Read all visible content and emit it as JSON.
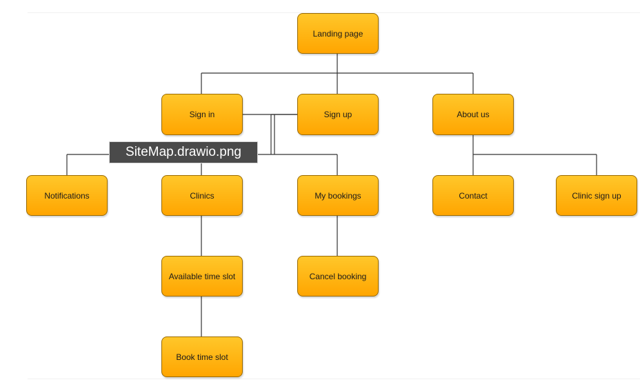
{
  "diagram": {
    "nodes": {
      "landing": "Landing page",
      "signin": "Sign in",
      "signup": "Sign up",
      "about": "About us",
      "notifications": "Notifications",
      "clinics": "Clinics",
      "mybookings": "My bookings",
      "contact": "Contact",
      "clinic_signup": "Clinic sign up",
      "available_slot": "Available time slot",
      "cancel_booking": "Cancel booking",
      "book_slot": "Book time slot"
    },
    "node_color": "#FFB300",
    "edges": [
      [
        "landing",
        "signin"
      ],
      [
        "landing",
        "signup"
      ],
      [
        "landing",
        "about"
      ],
      [
        "signin",
        "signup"
      ],
      [
        "signup",
        "notifications"
      ],
      [
        "signup",
        "clinics"
      ],
      [
        "signup",
        "mybookings"
      ],
      [
        "about",
        "contact"
      ],
      [
        "about",
        "clinic_signup"
      ],
      [
        "clinics",
        "available_slot"
      ],
      [
        "available_slot",
        "book_slot"
      ],
      [
        "mybookings",
        "cancel_booking"
      ]
    ]
  },
  "overlay": {
    "filename_tooltip": "SiteMap.drawio.png"
  }
}
